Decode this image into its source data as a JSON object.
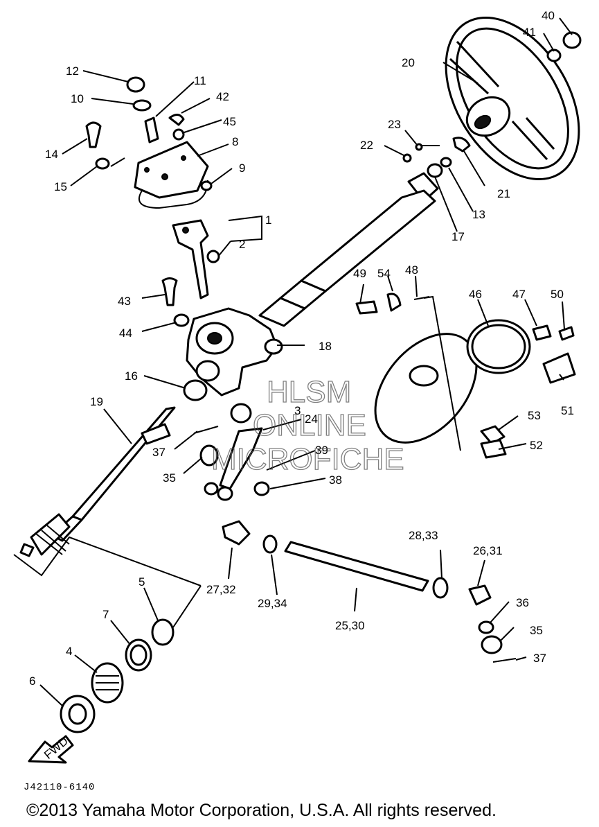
{
  "diagram": {
    "parts": [
      {
        "label": "1"
      },
      {
        "label": "2"
      },
      {
        "label": "3"
      },
      {
        "label": "4"
      },
      {
        "label": "5"
      },
      {
        "label": "6"
      },
      {
        "label": "7"
      },
      {
        "label": "8"
      },
      {
        "label": "9"
      },
      {
        "label": "10"
      },
      {
        "label": "11"
      },
      {
        "label": "12"
      },
      {
        "label": "13"
      },
      {
        "label": "14"
      },
      {
        "label": "15"
      },
      {
        "label": "16"
      },
      {
        "label": "17"
      },
      {
        "label": "18"
      },
      {
        "label": "19"
      },
      {
        "label": "20"
      },
      {
        "label": "21"
      },
      {
        "label": "22"
      },
      {
        "label": "23"
      },
      {
        "label": "24"
      },
      {
        "label": "25,30"
      },
      {
        "label": "26,31"
      },
      {
        "label": "27,32"
      },
      {
        "label": "28,33"
      },
      {
        "label": "29,34"
      },
      {
        "label": "35"
      },
      {
        "label": "35"
      },
      {
        "label": "36"
      },
      {
        "label": "37"
      },
      {
        "label": "37"
      },
      {
        "label": "38"
      },
      {
        "label": "39"
      },
      {
        "label": "40"
      },
      {
        "label": "41"
      },
      {
        "label": "42"
      },
      {
        "label": "43"
      },
      {
        "label": "44"
      },
      {
        "label": "45"
      },
      {
        "label": "46"
      },
      {
        "label": "47"
      },
      {
        "label": "48"
      },
      {
        "label": "49"
      },
      {
        "label": "50"
      },
      {
        "label": "51"
      },
      {
        "label": "52"
      },
      {
        "label": "53"
      },
      {
        "label": "54"
      }
    ],
    "fwd_label": "FWD",
    "watermark": [
      "HLSM",
      "ONLINE",
      "MICROFICHE"
    ],
    "code": "J42110-6140",
    "copyright": "©2013 Yamaha Motor Corporation, U.S.A. All rights reserved."
  }
}
